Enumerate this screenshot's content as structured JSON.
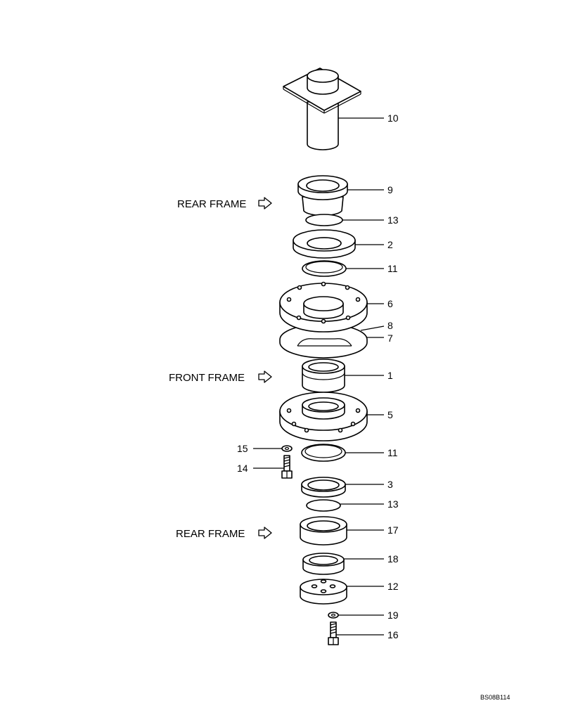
{
  "frame_labels": {
    "rear_top": "REAR FRAME",
    "front": "FRONT FRAME",
    "rear_bottom": "REAR FRAME"
  },
  "callouts": {
    "c10": "10",
    "c9": "9",
    "c13a": "13",
    "c2": "2",
    "c11a": "11",
    "c6": "6",
    "c8": "8",
    "c7": "7",
    "c1": "1",
    "c5": "5",
    "c15": "15",
    "c14": "14",
    "c11b": "11",
    "c3": "3",
    "c13b": "13",
    "c17": "17",
    "c18": "18",
    "c12": "12",
    "c19": "19",
    "c16": "16"
  },
  "drawing_ref": "BS08B114"
}
